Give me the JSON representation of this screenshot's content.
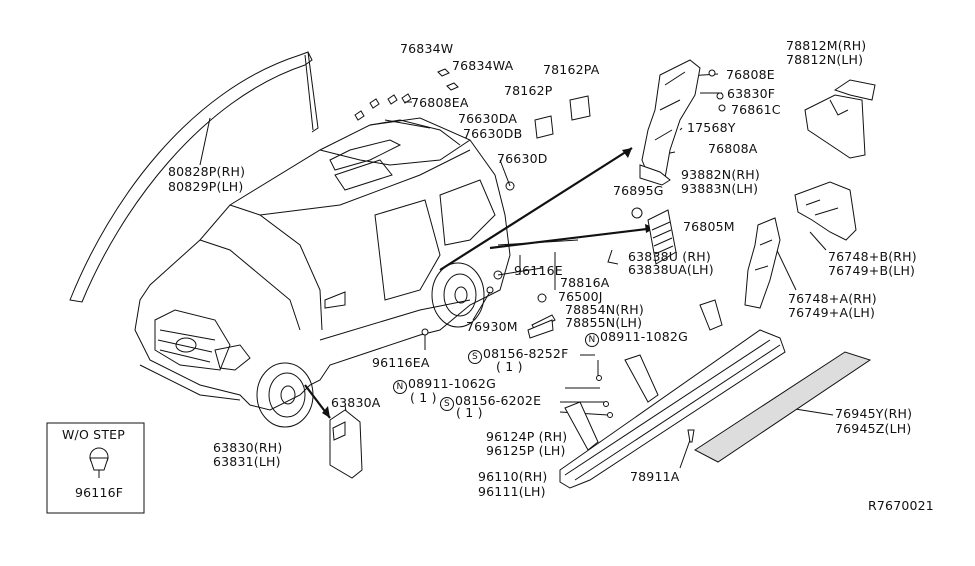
{
  "diagram_id": "R7670021",
  "inset": {
    "title": "W/O STEP",
    "part": "96116F"
  },
  "labels": {
    "l76834W": "76834W",
    "l76834WA": "76834WA",
    "l78162PA": "78162PA",
    "l78162P": "78162P",
    "l76808EA": "76808EA",
    "l76630DA": "76630DA",
    "l76630DB": "76630DB",
    "l76630D": "76630D",
    "l80828P": "80828P(RH)",
    "l80829P": "80829P(LH)",
    "l76808E": "76808E",
    "l63830F": "63830F",
    "l76861C": "76861C",
    "l17568Y": "17568Y",
    "l76808A": "76808A",
    "l93882N": "93882N(RH)",
    "l93883N": "93883N(LH)",
    "l76895G": "76895G",
    "l76805M": "76805M",
    "l78812M": "78812M(RH)",
    "l78812N": "78812N(LH)",
    "l76748B": "76748+B(RH)",
    "l76749B": "76749+B(LH)",
    "l76748A": "76748+A(RH)",
    "l76749A": "76749+A(LH)",
    "l63838U": "63838U (RH)",
    "l63838UA": "63838UA(LH)",
    "l96116E": "96116E",
    "l78816A": "78816A",
    "l76500J": "76500J",
    "l78854N": "78854N(RH)",
    "l78855N": "78855N(LH)",
    "l76930M": "76930M",
    "l96116EA": "96116EA",
    "l08911_1082G": "08911-1082G",
    "l08156_8252F": "08156-8252F",
    "l08156_8252F_q": "( 1 )",
    "l08911_1062G": "08911-1062G",
    "l08911_1062G_q": "( 1 )",
    "l08156_6202E": "08156-6202E",
    "l08156_6202E_q": "( 1 )",
    "l63830A": "63830A",
    "l63830RH": "63830(RH)",
    "l63831LH": "63831(LH)",
    "l96124P": "96124P (RH)",
    "l96125P": "96125P (LH)",
    "l96110": "96110(RH)",
    "l96111": "96111(LH)",
    "l78911A": "78911A",
    "l76945Y": "76945Y(RH)",
    "l76945Z": "76945Z(LH)"
  },
  "symbols": {
    "N": "N",
    "S": "S"
  }
}
